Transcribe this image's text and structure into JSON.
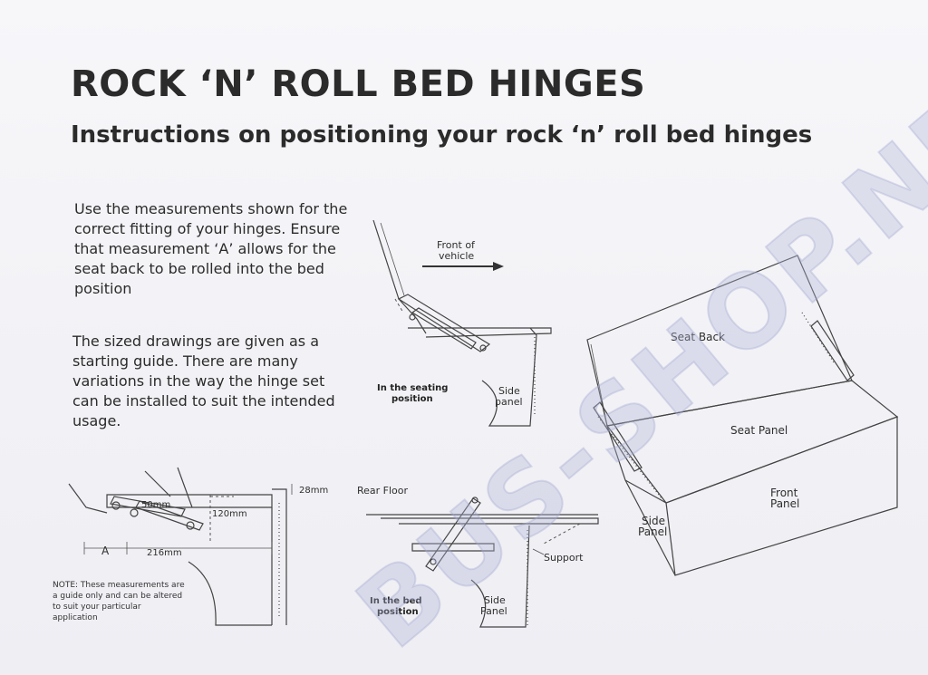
{
  "title": "ROCK ‘N’ ROLL BED HINGES",
  "subtitle": "Instructions on positioning your rock ‘n’ roll bed hinges",
  "intro_paragraph": "Use the measurements shown for the correct fitting of your hinges.  Ensure that measurement ‘A’ allows for the seat back to be rolled into the bed position",
  "guide_paragraph": "The sized drawings are given as a starting guide.  There are many variations in the way the hinge set can be installed to suit the intended usage.",
  "note": "NOTE: These measurements are a guide only and can be altered to suit your particular application",
  "watermark": "BUS-SHOP.NET",
  "seating_diagram": {
    "direction_line1": "Front of",
    "direction_line2": "vehicle",
    "caption_line1": "In the seating",
    "caption_line2": "position",
    "side_line1": "Side",
    "side_line2": "panel"
  },
  "measure_diagram": {
    "dim_28": "28mm",
    "dim_50": "50mm",
    "dim_120": "120mm",
    "dim_216": "216mm",
    "dim_a": "A"
  },
  "bed_diagram": {
    "rear_floor": "Rear Floor",
    "support": "Support",
    "caption_line1": "In the bed",
    "caption_line2": "position",
    "side_line1": "Side",
    "side_line2": "Panel"
  },
  "seat_diagram": {
    "seat_back": "Seat Back",
    "seat_panel": "Seat Panel",
    "front_line1": "Front",
    "front_line2": "Panel",
    "side_line1": "Side",
    "side_line2": "Panel"
  }
}
